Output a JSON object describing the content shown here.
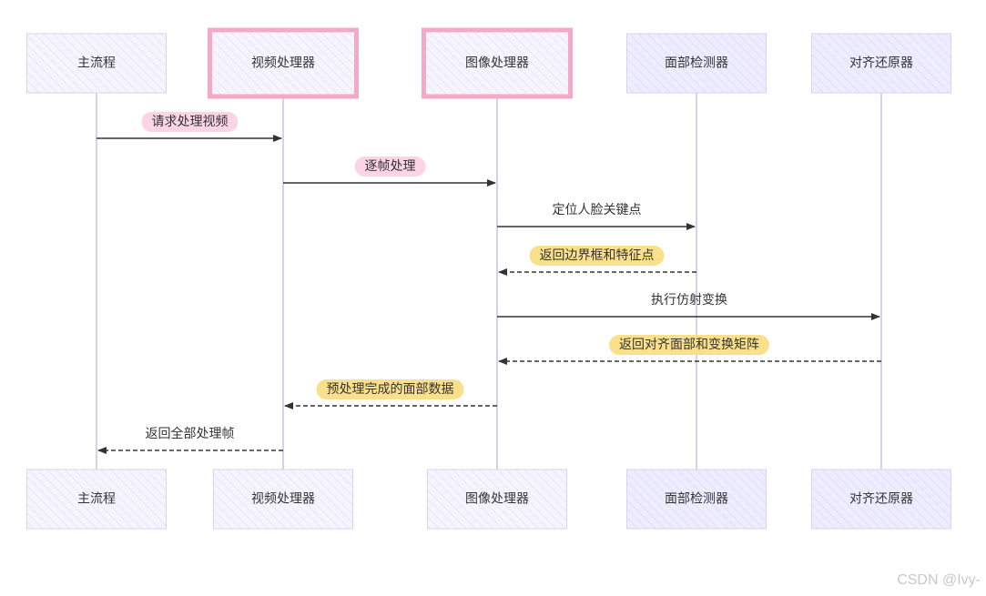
{
  "diagram": {
    "actors": [
      {
        "id": "main",
        "label": "主流程"
      },
      {
        "id": "video",
        "label": "视频处理器"
      },
      {
        "id": "image",
        "label": "图像处理器"
      },
      {
        "id": "face",
        "label": "面部检测器"
      },
      {
        "id": "align",
        "label": "对齐还原器"
      }
    ],
    "messages": [
      {
        "from": "main",
        "to": "video",
        "label": "请求处理视频",
        "style": "solid"
      },
      {
        "from": "video",
        "to": "image",
        "label": "逐帧处理",
        "style": "solid"
      },
      {
        "from": "image",
        "to": "face",
        "label": "定位人脸关键点",
        "style": "solid"
      },
      {
        "from": "face",
        "to": "image",
        "label": "返回边界框和特征点",
        "style": "dashed"
      },
      {
        "from": "image",
        "to": "align",
        "label": "执行仿射变换",
        "style": "solid"
      },
      {
        "from": "align",
        "to": "image",
        "label": "返回对齐面部和变换矩阵",
        "style": "dashed"
      },
      {
        "from": "image",
        "to": "video",
        "label": "预处理完成的面部数据",
        "style": "dashed"
      },
      {
        "from": "video",
        "to": "main",
        "label": "返回全部处理帧",
        "style": "dashed"
      }
    ],
    "colors": {
      "actor_fill": "#ECECFF",
      "actor_border": "#d8d2f0",
      "highlight_border": "#f4a9c6",
      "lifeline": "#d9d0f0",
      "arrow": "#333333",
      "pink_label_bg": "#fbd5e3",
      "yellow_label_bg": "#fbe08c"
    }
  },
  "watermark": "CSDN @Ivy-"
}
